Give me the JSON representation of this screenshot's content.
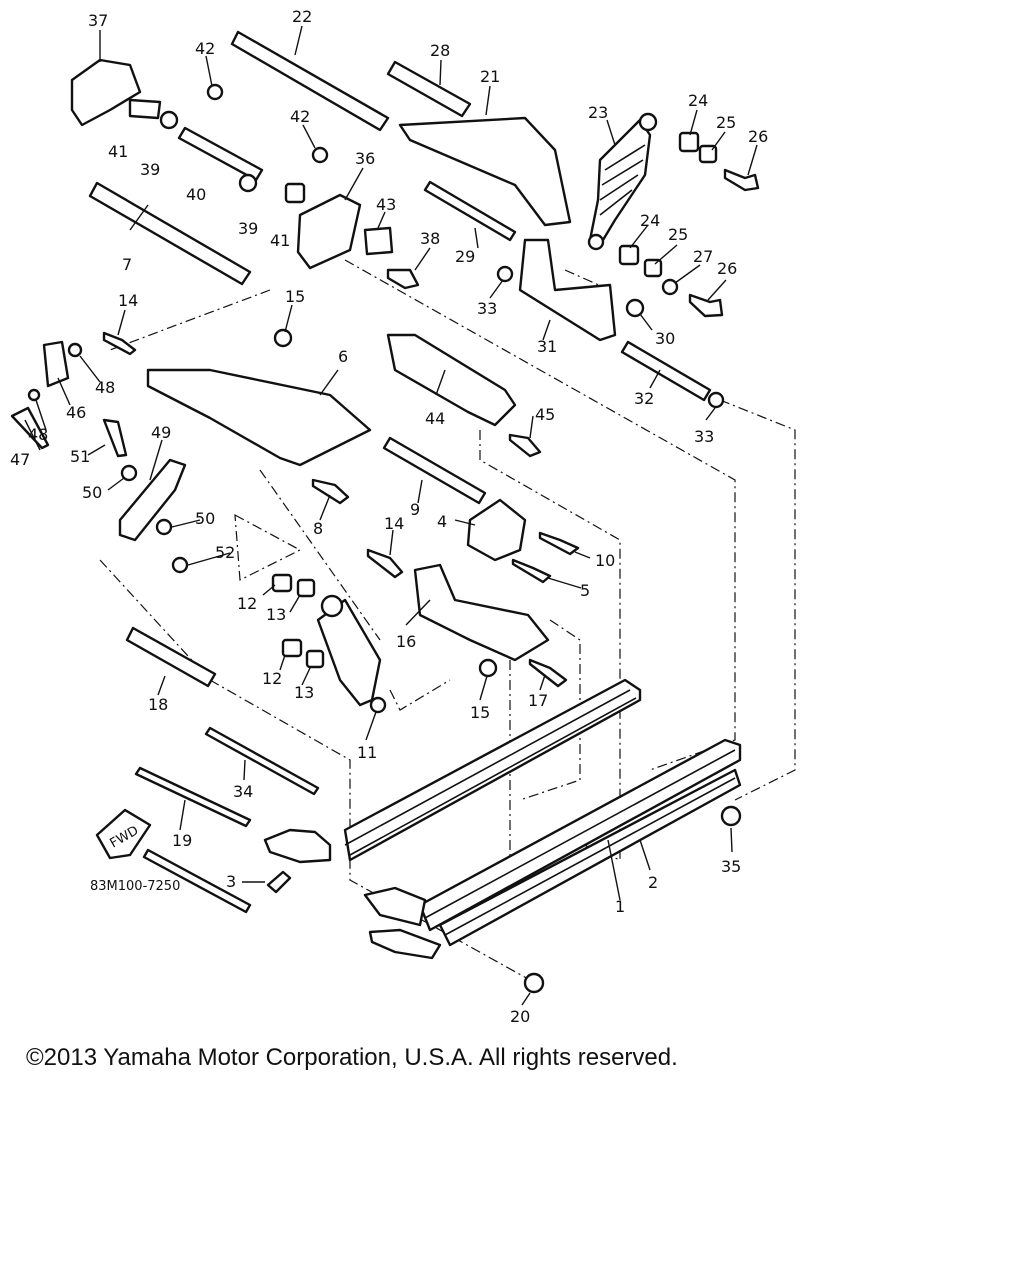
{
  "callouts": [
    "37",
    "22",
    "42",
    "28",
    "21",
    "24",
    "25",
    "26",
    "23",
    "41",
    "39",
    "40",
    "42b",
    "36",
    "43",
    "38",
    "29",
    "39b",
    "41b",
    "7",
    "15",
    "14",
    "48",
    "46",
    "6",
    "33",
    "31",
    "30",
    "32",
    "44",
    "45",
    "48b",
    "47",
    "51",
    "49",
    "50",
    "9",
    "4",
    "10",
    "8",
    "14b",
    "5",
    "50b",
    "52",
    "12",
    "13",
    "16",
    "12b",
    "13b",
    "15b",
    "17",
    "18",
    "11",
    "34",
    "19",
    "35",
    "3",
    "2",
    "1",
    "20",
    "24b",
    "25b",
    "27",
    "26b",
    "33b"
  ],
  "labels": {
    "c37": "37",
    "c22": "22",
    "c42": "42",
    "c28": "28",
    "c21": "21",
    "c24": "24",
    "c25": "25",
    "c26": "26",
    "c23": "23",
    "c41": "41",
    "c39": "39",
    "c40": "40",
    "c42b": "42",
    "c36": "36",
    "c43": "43",
    "c38": "38",
    "c29": "29",
    "c39b": "39",
    "c41b": "41",
    "c7": "7",
    "c15": "15",
    "c14": "14",
    "c48": "48",
    "c46": "46",
    "c6": "6",
    "c33": "33",
    "c31": "31",
    "c30": "30",
    "c32": "32",
    "c44": "44",
    "c45": "45",
    "c48b": "48",
    "c47": "47",
    "c51": "51",
    "c49": "49",
    "c50": "50",
    "c9": "9",
    "c4": "4",
    "c10": "10",
    "c8": "8",
    "c14b": "14",
    "c5": "5",
    "c50b": "50",
    "c52": "52",
    "c12": "12",
    "c13": "13",
    "c16": "16",
    "c12b": "12",
    "c13b": "13",
    "c15b": "15",
    "c17": "17",
    "c18": "18",
    "c11": "11",
    "c34": "34",
    "c19": "19",
    "c35": "35",
    "c3": "3",
    "c2": "2",
    "c1": "1",
    "c20": "20",
    "c24b": "24",
    "c25b": "25",
    "c27": "27",
    "c26b": "26",
    "c33b": "33"
  },
  "fwd_label": "FWD",
  "diagram_code": "83M100-7250",
  "copyright": "©2013 Yamaha Motor Corporation, U.S.A. All rights reserved."
}
